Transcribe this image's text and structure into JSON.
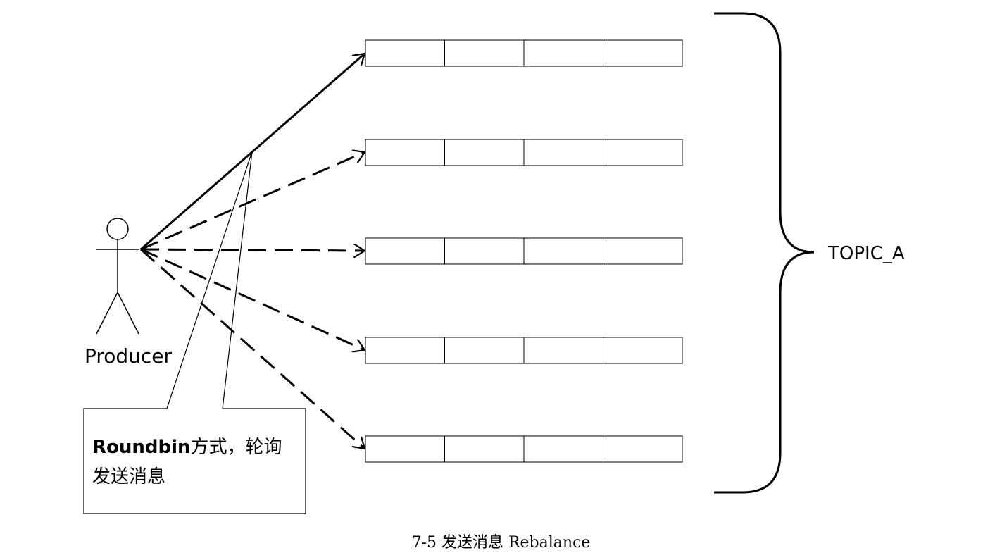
{
  "actor": {
    "label": "Producer"
  },
  "note": {
    "bold_text": "Roundbin",
    "text_line1": "方式，轮询",
    "text_line2": "发送消息"
  },
  "topic": {
    "label": "TOPIC_A"
  },
  "queues": {
    "rows": 5,
    "cells_per_row": 4
  },
  "caption": "7-5 发送消息 Rebalance"
}
